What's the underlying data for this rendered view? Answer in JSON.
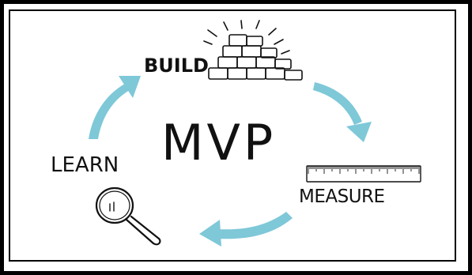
{
  "diagram": {
    "center_label": "MVP",
    "stages": {
      "build": "BUILD",
      "measure": "MEASURE",
      "learn": "LEARN"
    },
    "colors": {
      "arrow": "#7ec8d8",
      "ink": "#111111",
      "border": "#000000",
      "background": "#ffffff"
    },
    "icons": {
      "build": "bricks-icon",
      "measure": "ruler-icon",
      "learn": "magnifier-icon"
    }
  }
}
